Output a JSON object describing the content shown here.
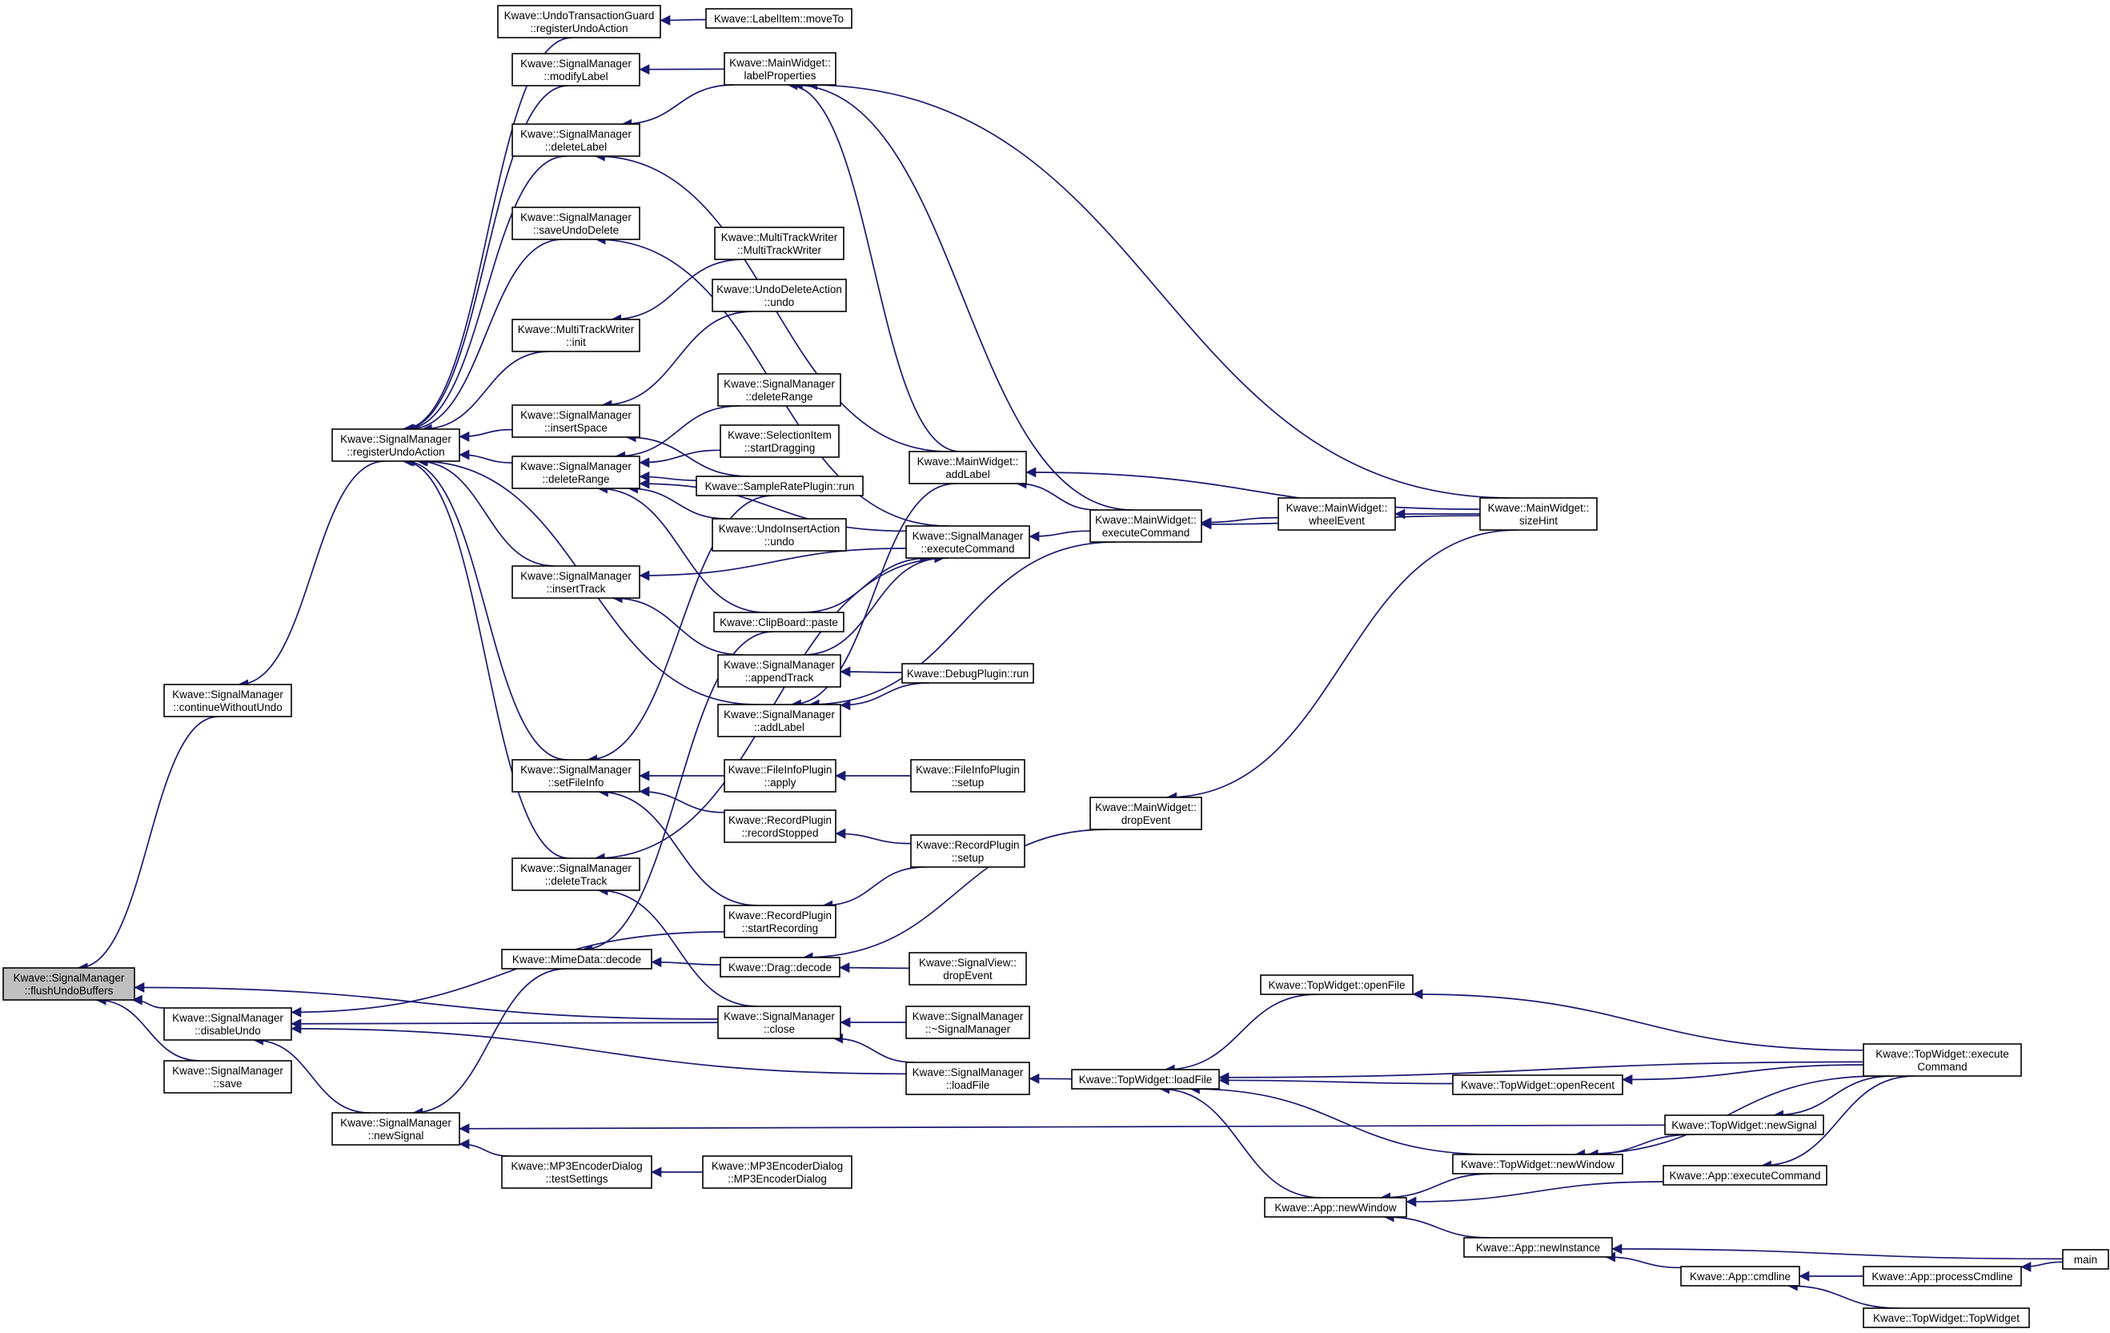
{
  "graph": {
    "edge_color": "#191970",
    "root_fill": "#bfbfbf",
    "nodes": [
      {
        "id": "flushUndoBuffers",
        "lines": [
          "Kwave::SignalManager",
          "::flushUndoBuffers"
        ],
        "root": true
      },
      {
        "id": "continueWithoutUndo",
        "lines": [
          "Kwave::SignalManager",
          "::continueWithoutUndo"
        ]
      },
      {
        "id": "disableUndo",
        "lines": [
          "Kwave::SignalManager",
          "::disableUndo"
        ]
      },
      {
        "id": "save",
        "lines": [
          "Kwave::SignalManager",
          "::save"
        ]
      },
      {
        "id": "registerUndoAction",
        "lines": [
          "Kwave::SignalManager",
          "::registerUndoAction"
        ]
      },
      {
        "id": "newSignal",
        "lines": [
          "Kwave::SignalManager",
          "::newSignal"
        ]
      },
      {
        "id": "utgRegister",
        "lines": [
          "Kwave::UndoTransactionGuard",
          "::registerUndoAction"
        ]
      },
      {
        "id": "modifyLabel",
        "lines": [
          "Kwave::SignalManager",
          "::modifyLabel"
        ]
      },
      {
        "id": "deleteLabel",
        "lines": [
          "Kwave::SignalManager",
          "::deleteLabel"
        ]
      },
      {
        "id": "saveUndoDelete",
        "lines": [
          "Kwave::SignalManager",
          "::saveUndoDelete"
        ]
      },
      {
        "id": "mtwInit",
        "lines": [
          "Kwave::MultiTrackWriter",
          "::init"
        ]
      },
      {
        "id": "insertSpace",
        "lines": [
          "Kwave::SignalManager",
          "::insertSpace"
        ]
      },
      {
        "id": "deleteRangeSM",
        "lines": [
          "Kwave::SignalManager",
          "::deleteRange"
        ]
      },
      {
        "id": "insertTrack",
        "lines": [
          "Kwave::SignalManager",
          "::insertTrack"
        ]
      },
      {
        "id": "setFileInfo",
        "lines": [
          "Kwave::SignalManager",
          "::setFileInfo"
        ]
      },
      {
        "id": "deleteTrack",
        "lines": [
          "Kwave::SignalManager",
          "::deleteTrack"
        ]
      },
      {
        "id": "mimeDecode",
        "lines": [
          "Kwave::MimeData::decode"
        ]
      },
      {
        "id": "mp3Test",
        "lines": [
          "Kwave::MP3EncoderDialog",
          "::testSettings"
        ]
      },
      {
        "id": "labelMoveTo",
        "lines": [
          "Kwave::LabelItem::moveTo"
        ]
      },
      {
        "id": "mwLabelProps",
        "lines": [
          "Kwave::MainWidget::",
          "labelProperties"
        ]
      },
      {
        "id": "mtwCtor",
        "lines": [
          "Kwave::MultiTrackWriter",
          "::MultiTrackWriter"
        ]
      },
      {
        "id": "undoDeleteUndo",
        "lines": [
          "Kwave::UndoDeleteAction",
          "::undo"
        ]
      },
      {
        "id": "deleteRange2",
        "lines": [
          "Kwave::SignalManager",
          "::deleteRange"
        ]
      },
      {
        "id": "selStartDrag",
        "lines": [
          "Kwave::SelectionItem",
          "::startDragging"
        ]
      },
      {
        "id": "srPluginRun",
        "lines": [
          "Kwave::SampleRatePlugin::run"
        ]
      },
      {
        "id": "undoInsertUndo",
        "lines": [
          "Kwave::UndoInsertAction",
          "::undo"
        ]
      },
      {
        "id": "clipPaste",
        "lines": [
          "Kwave::ClipBoard::paste"
        ]
      },
      {
        "id": "appendTrack",
        "lines": [
          "Kwave::SignalManager",
          "::appendTrack"
        ]
      },
      {
        "id": "addLabelSM",
        "lines": [
          "Kwave::SignalManager",
          "::addLabel"
        ]
      },
      {
        "id": "fiApply",
        "lines": [
          "Kwave::FileInfoPlugin",
          "::apply"
        ]
      },
      {
        "id": "recStopped",
        "lines": [
          "Kwave::RecordPlugin",
          "::recordStopped"
        ]
      },
      {
        "id": "recStart",
        "lines": [
          "Kwave::RecordPlugin",
          "::startRecording"
        ]
      },
      {
        "id": "dragDecode",
        "lines": [
          "Kwave::Drag::decode"
        ]
      },
      {
        "id": "smClose",
        "lines": [
          "Kwave::SignalManager",
          "::close"
        ]
      },
      {
        "id": "mp3Ctor",
        "lines": [
          "Kwave::MP3EncoderDialog",
          "::MP3EncoderDialog"
        ]
      },
      {
        "id": "mwAddLabel",
        "lines": [
          "Kwave::MainWidget::",
          "addLabel"
        ]
      },
      {
        "id": "smExecCmd",
        "lines": [
          "Kwave::SignalManager",
          "::executeCommand"
        ]
      },
      {
        "id": "debugRun",
        "lines": [
          "Kwave::DebugPlugin::run"
        ]
      },
      {
        "id": "fiSetup",
        "lines": [
          "Kwave::FileInfoPlugin",
          "::setup"
        ]
      },
      {
        "id": "recSetup",
        "lines": [
          "Kwave::RecordPlugin",
          "::setup"
        ]
      },
      {
        "id": "svDropEvent",
        "lines": [
          "Kwave::SignalView::",
          "dropEvent"
        ]
      },
      {
        "id": "smDtor",
        "lines": [
          "Kwave::SignalManager",
          "::~SignalManager"
        ]
      },
      {
        "id": "smLoadFile",
        "lines": [
          "Kwave::SignalManager",
          "::loadFile"
        ]
      },
      {
        "id": "mwExecCmd",
        "lines": [
          "Kwave::MainWidget::",
          "executeCommand"
        ]
      },
      {
        "id": "mwDropEvent",
        "lines": [
          "Kwave::MainWidget::",
          "dropEvent"
        ]
      },
      {
        "id": "tlwLoadFile",
        "lines": [
          "Kwave::TopWidget::loadFile"
        ]
      },
      {
        "id": "mwWheel",
        "lines": [
          "Kwave::MainWidget::",
          "wheelEvent"
        ]
      },
      {
        "id": "tlwOpenFile",
        "lines": [
          "Kwave::TopWidget::openFile"
        ]
      },
      {
        "id": "appNewWindow",
        "lines": [
          "Kwave::App::newWindow"
        ]
      },
      {
        "id": "mwSizeHint",
        "lines": [
          "Kwave::MainWidget::",
          "sizeHint"
        ]
      },
      {
        "id": "tlwOpenRecent",
        "lines": [
          "Kwave::TopWidget::openRecent"
        ]
      },
      {
        "id": "tlwNewWindow",
        "lines": [
          "Kwave::TopWidget::newWindow"
        ]
      },
      {
        "id": "appNewInstance",
        "lines": [
          "Kwave::App::newInstance"
        ]
      },
      {
        "id": "appCmdline",
        "lines": [
          "Kwave::App::cmdline"
        ]
      },
      {
        "id": "tlwExecCmd",
        "lines": [
          "Kwave::TopWidget::execute",
          "Command"
        ]
      },
      {
        "id": "tlwNewSignal",
        "lines": [
          "Kwave::TopWidget::newSignal"
        ]
      },
      {
        "id": "appExecCmd",
        "lines": [
          "Kwave::App::executeCommand"
        ]
      },
      {
        "id": "appProcCmd",
        "lines": [
          "Kwave::App::processCmdline"
        ]
      },
      {
        "id": "tlwCtor",
        "lines": [
          "Kwave::TopWidget::TopWidget"
        ]
      },
      {
        "id": "main",
        "lines": [
          "main"
        ]
      }
    ],
    "edges": [
      [
        "continueWithoutUndo",
        "flushUndoBuffers"
      ],
      [
        "disableUndo",
        "flushUndoBuffers"
      ],
      [
        "save",
        "flushUndoBuffers"
      ],
      [
        "smClose",
        "flushUndoBuffers"
      ],
      [
        "registerUndoAction",
        "continueWithoutUndo"
      ],
      [
        "recStart",
        "disableUndo"
      ],
      [
        "smClose",
        "disableUndo"
      ],
      [
        "smLoadFile",
        "disableUndo"
      ],
      [
        "newSignal",
        "disableUndo"
      ],
      [
        "utgRegister",
        "registerUndoAction"
      ],
      [
        "modifyLabel",
        "registerUndoAction"
      ],
      [
        "deleteLabel",
        "registerUndoAction"
      ],
      [
        "saveUndoDelete",
        "registerUndoAction"
      ],
      [
        "mtwInit",
        "registerUndoAction"
      ],
      [
        "insertSpace",
        "registerUndoAction"
      ],
      [
        "deleteRangeSM",
        "registerUndoAction"
      ],
      [
        "insertTrack",
        "registerUndoAction"
      ],
      [
        "setFileInfo",
        "registerUndoAction"
      ],
      [
        "deleteTrack",
        "registerUndoAction"
      ],
      [
        "addLabelSM",
        "registerUndoAction"
      ],
      [
        "mp3Test",
        "newSignal"
      ],
      [
        "tlwNewSignal",
        "newSignal"
      ],
      [
        "labelMoveTo",
        "utgRegister"
      ],
      [
        "mwLabelProps",
        "modifyLabel"
      ],
      [
        "mwLabelProps",
        "deleteLabel"
      ],
      [
        "mwAddLabel",
        "deleteLabel"
      ],
      [
        "smExecCmd",
        "saveUndoDelete"
      ],
      [
        "mtwCtor",
        "mtwInit"
      ],
      [
        "undoDeleteUndo",
        "insertSpace"
      ],
      [
        "srPluginRun",
        "insertSpace"
      ],
      [
        "deleteRange2",
        "deleteRangeSM"
      ],
      [
        "selStartDrag",
        "deleteRangeSM"
      ],
      [
        "srPluginRun",
        "deleteRangeSM"
      ],
      [
        "undoInsertUndo",
        "deleteRangeSM"
      ],
      [
        "clipPaste",
        "deleteRangeSM"
      ],
      [
        "smExecCmd",
        "deleteRangeSM"
      ],
      [
        "smExecCmd",
        "insertTrack"
      ],
      [
        "appendTrack",
        "insertTrack"
      ],
      [
        "fiApply",
        "setFileInfo"
      ],
      [
        "recStopped",
        "setFileInfo"
      ],
      [
        "recStart",
        "setFileInfo"
      ],
      [
        "srPluginRun",
        "setFileInfo"
      ],
      [
        "smExecCmd",
        "deleteTrack"
      ],
      [
        "smClose",
        "deleteTrack"
      ],
      [
        "dragDecode",
        "mimeDecode"
      ],
      [
        "clipPaste",
        "mimeDecode"
      ],
      [
        "mimeDecode",
        "newSignal"
      ],
      [
        "mp3Ctor",
        "mp3Test"
      ],
      [
        "mwAddLabel",
        "mwLabelProps"
      ],
      [
        "mwExecCmd",
        "mwLabelProps"
      ],
      [
        "mwSizeHint",
        "mwLabelProps"
      ],
      [
        "mwExecCmd",
        "mwAddLabel"
      ],
      [
        "mwSizeHint",
        "mwAddLabel"
      ],
      [
        "mwAddLabel",
        "addLabelSM"
      ],
      [
        "mwExecCmd",
        "smExecCmd"
      ],
      [
        "clipPaste",
        "smExecCmd"
      ],
      [
        "appendTrack",
        "smExecCmd"
      ],
      [
        "debugRun",
        "appendTrack"
      ],
      [
        "debugRun",
        "addLabelSM"
      ],
      [
        "mwExecCmd",
        "addLabelSM"
      ],
      [
        "fiSetup",
        "fiApply"
      ],
      [
        "recSetup",
        "recStopped"
      ],
      [
        "recSetup",
        "recStart"
      ],
      [
        "mwDropEvent",
        "dragDecode"
      ],
      [
        "svDropEvent",
        "dragDecode"
      ],
      [
        "smDtor",
        "smClose"
      ],
      [
        "smLoadFile",
        "smClose"
      ],
      [
        "tlwLoadFile",
        "smLoadFile"
      ],
      [
        "mwWheel",
        "mwExecCmd"
      ],
      [
        "mwSizeHint",
        "mwExecCmd"
      ],
      [
        "mwSizeHint",
        "mwWheel"
      ],
      [
        "mwSizeHint",
        "mwDropEvent"
      ],
      [
        "tlwOpenFile",
        "tlwLoadFile"
      ],
      [
        "tlwExecCmd",
        "tlwLoadFile"
      ],
      [
        "tlwOpenRecent",
        "tlwLoadFile"
      ],
      [
        "tlwNewWindow",
        "tlwLoadFile"
      ],
      [
        "appNewWindow",
        "tlwLoadFile"
      ],
      [
        "tlwExecCmd",
        "tlwOpenFile"
      ],
      [
        "tlwExecCmd",
        "tlwOpenRecent"
      ],
      [
        "tlwExecCmd",
        "tlwNewSignal"
      ],
      [
        "tlwExecCmd",
        "tlwNewWindow"
      ],
      [
        "tlwNewWindow",
        "appNewWindow"
      ],
      [
        "appExecCmd",
        "appNewWindow"
      ],
      [
        "appNewInstance",
        "appNewWindow"
      ],
      [
        "tlwNewSignal",
        "tlwNewWindow"
      ],
      [
        "appCmdline",
        "appNewInstance"
      ],
      [
        "main",
        "appNewInstance"
      ],
      [
        "appProcCmd",
        "appCmdline"
      ],
      [
        "tlwCtor",
        "appCmdline"
      ],
      [
        "main",
        "appProcCmd"
      ],
      [
        "tlwExecCmd",
        "appExecCmd"
      ]
    ]
  }
}
